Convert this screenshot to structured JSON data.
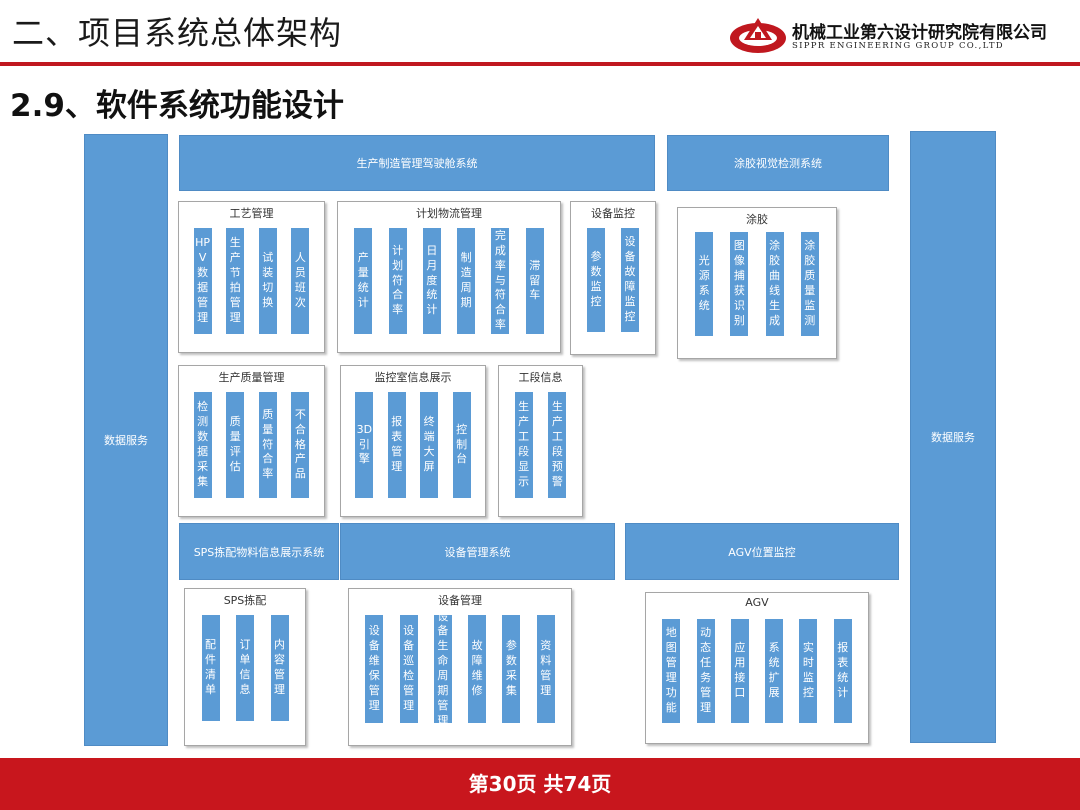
{
  "header": {
    "title": "二、项目系统总体架构",
    "company_cn": "机械工业第六设计研究院有限公司",
    "company_en": "SIPPR ENGINEERING GROUP CO.,LTD",
    "accent": "#c0181f"
  },
  "section_title": "2.9、软件系统功能设计",
  "diagram": {
    "box_color": "#5b9bd5",
    "left_bar": "数据服务",
    "right_bar": "数据服务",
    "top_bar_main": "生产制造管理驾驶舱系统",
    "top_bar_side": "涂胶视觉检测系统",
    "mid_bars": [
      "SPS拣配物料信息展示系统",
      "设备管理系统",
      "AGV位置监控"
    ],
    "groups": {
      "craft": {
        "title": "工艺管理",
        "items": [
          "HPV数据管理",
          "生产节拍管理",
          "试装切换",
          "人员班次"
        ]
      },
      "plan": {
        "title": "计划物流管理",
        "items": [
          "产量统计",
          "计划符合率",
          "日月度统计",
          "制造周期",
          "完成率与符合率",
          "滞留车"
        ]
      },
      "monitor": {
        "title": "设备监控",
        "items": [
          "参数监控",
          "设备故障监控"
        ]
      },
      "glue": {
        "title": "涂胶",
        "items": [
          "光源系统",
          "图像捕获识别",
          "涂胶曲线生成",
          "涂胶质量监测"
        ]
      },
      "quality": {
        "title": "生产质量管理",
        "items": [
          "检测数据采集",
          "质量评估",
          "质量符合率",
          "不合格产品"
        ]
      },
      "room": {
        "title": "监控室信息展示",
        "items": [
          "3D引擎",
          "报表管理",
          "终端大屏",
          "控制台"
        ]
      },
      "section": {
        "title": "工段信息",
        "items": [
          "生产工段显示",
          "生产工段预警"
        ]
      },
      "sps": {
        "title": "SPS拣配",
        "items": [
          "配件清单",
          "订单信息",
          "内容管理"
        ]
      },
      "equip": {
        "title": "设备管理",
        "items": [
          "设备维保管理",
          "设备巡检管理",
          "设备生命周期管理",
          "故障维修",
          "参数采集",
          "资料管理"
        ]
      },
      "agv": {
        "title": "AGV",
        "items": [
          "地图管理功能",
          "动态任务管理",
          "应用接口",
          "系统扩展",
          "实时监控",
          "报表统计"
        ]
      }
    }
  },
  "footer": {
    "page_text": "第30页 共74页",
    "color": "#c8161d"
  }
}
